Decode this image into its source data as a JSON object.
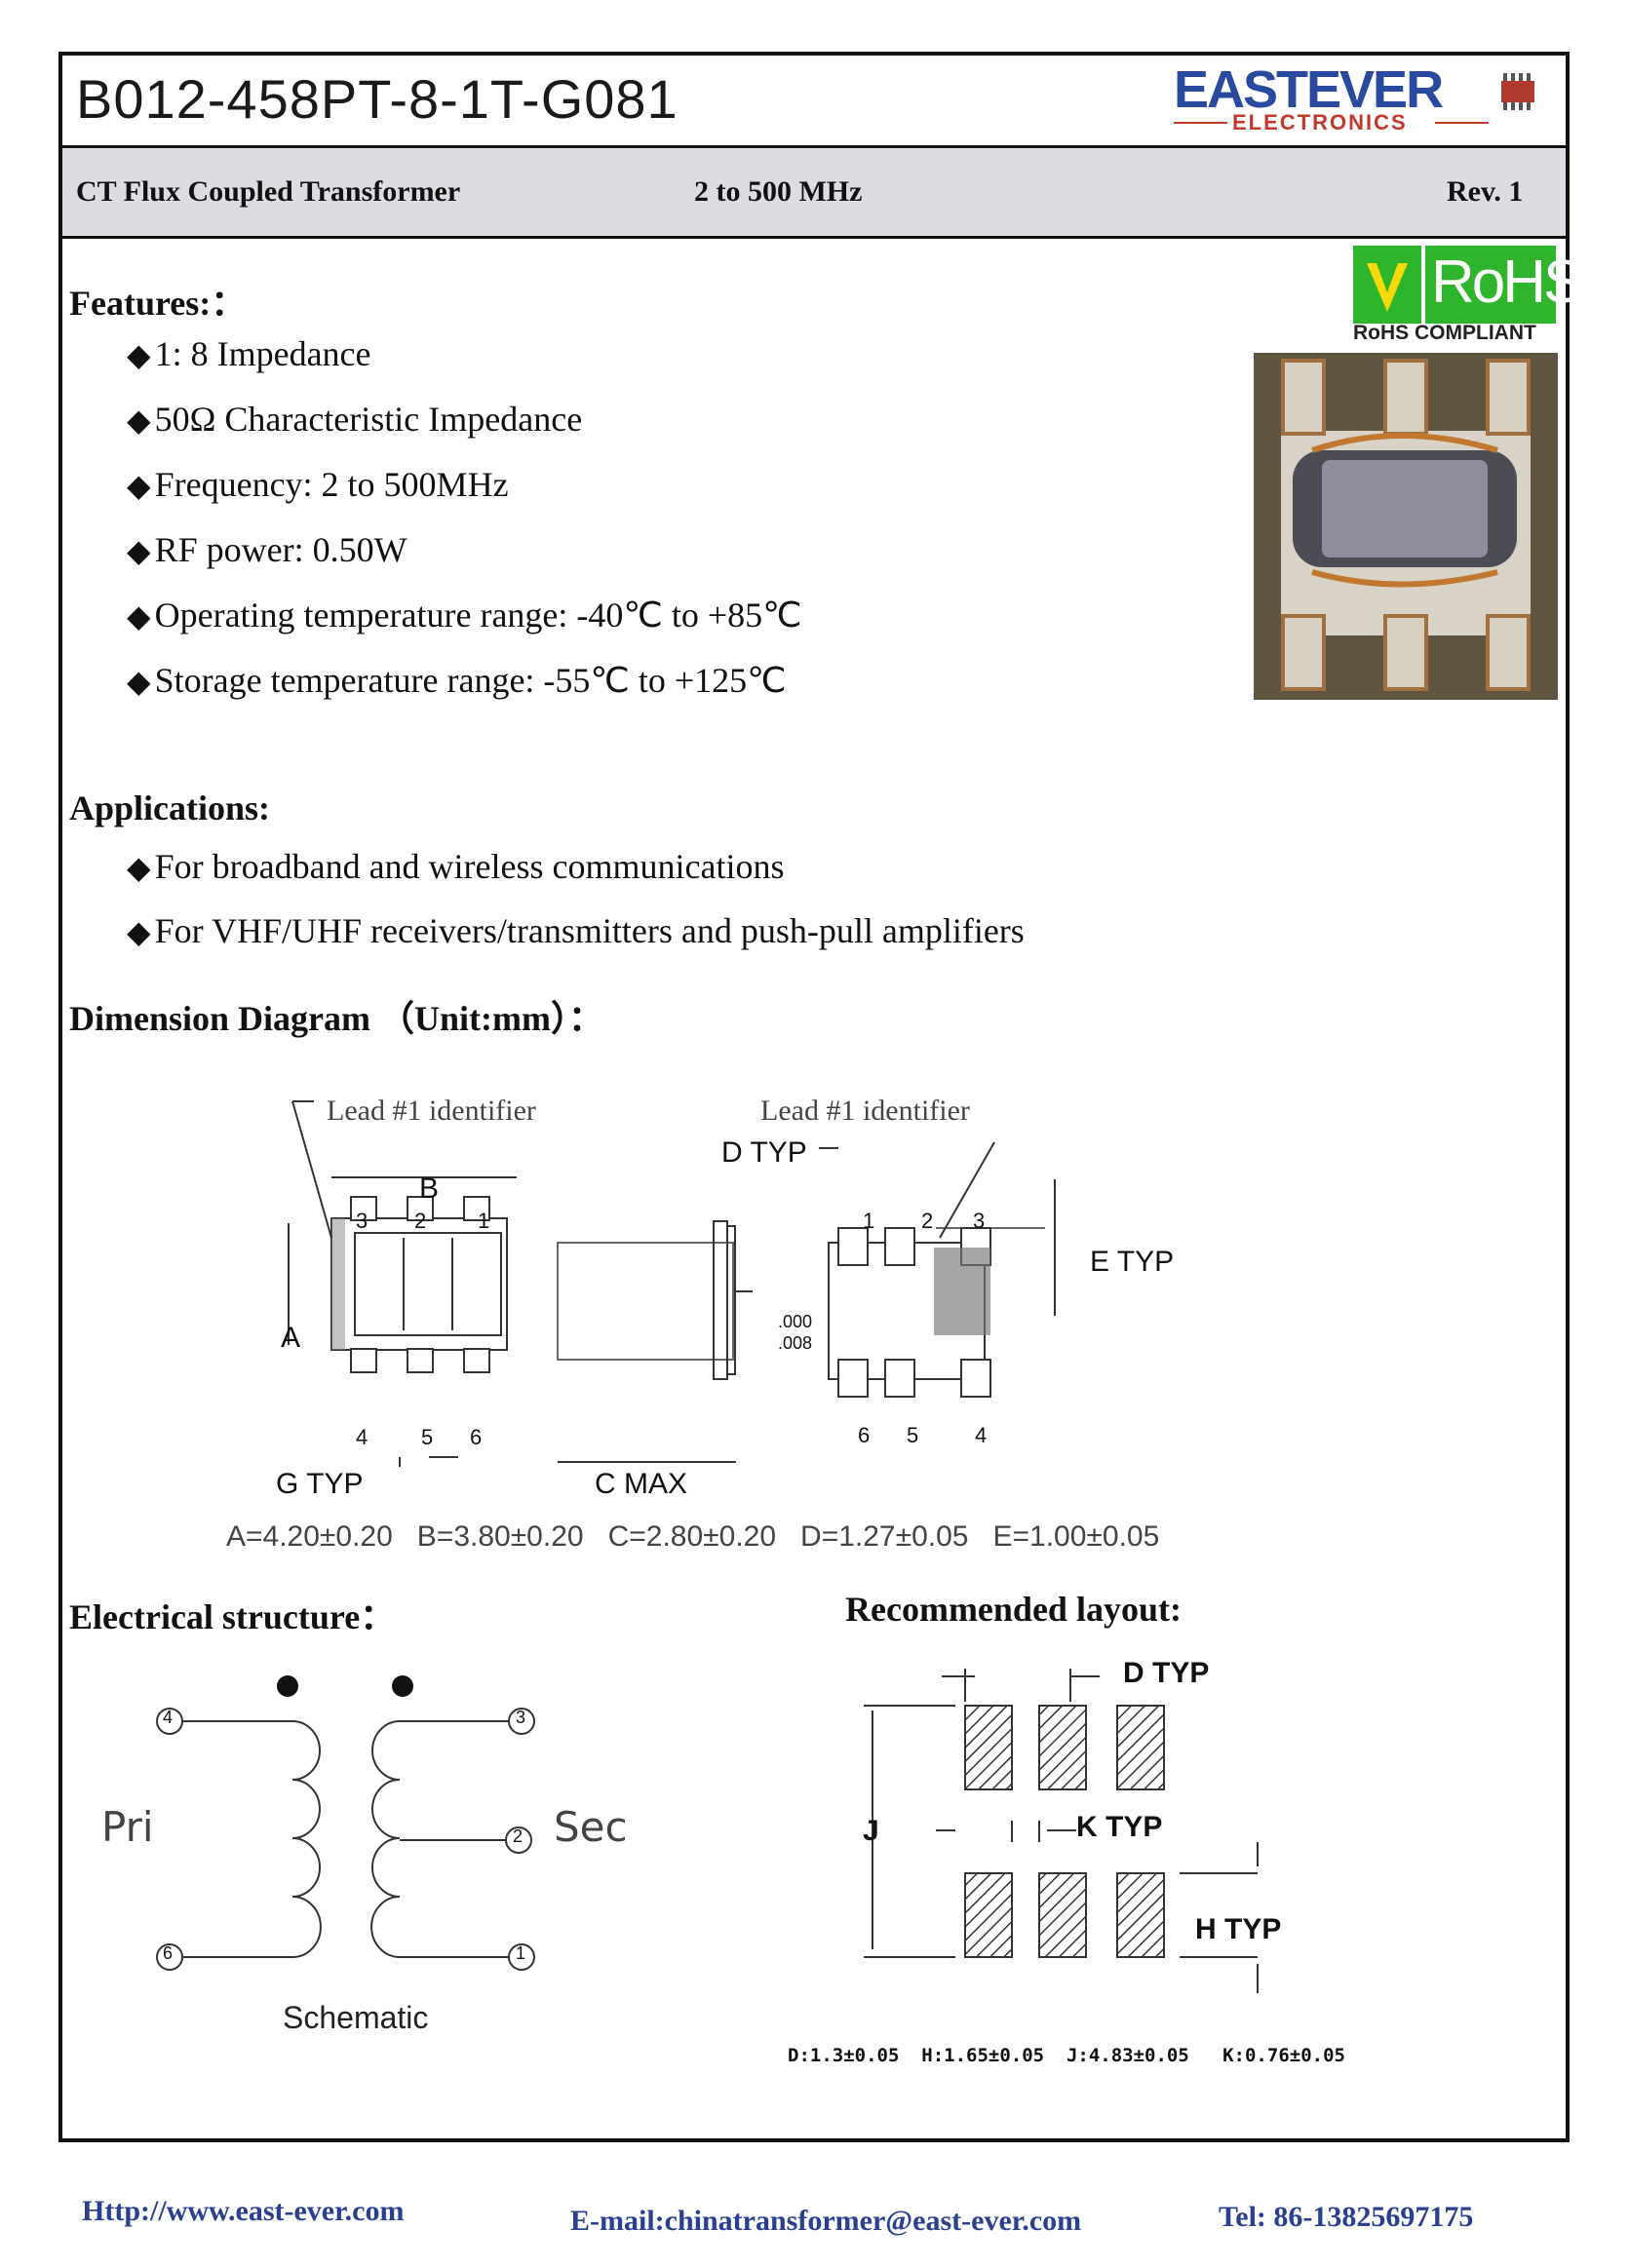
{
  "header": {
    "part_number": "B012-458PT-8-1T-G081",
    "logo_main": "EASTEVER",
    "logo_sub": "ELECTRONICS"
  },
  "subtitle": {
    "product": "CT Flux Coupled Transformer",
    "frequency": "2 to 500 MHz",
    "revision": "Rev. 1"
  },
  "rohs": {
    "label": "RoHS",
    "compliant": "RoHS COMPLIANT"
  },
  "features": {
    "heading": "Features:：",
    "items": [
      "1: 8 Impedance",
      "50Ω Characteristic Impedance",
      "Frequency: 2 to 500MHz",
      "RF power:  0.50W",
      "Operating temperature range:   -40℃ to +85℃",
      "Storage temperature range:  -55℃ to +125℃"
    ]
  },
  "applications": {
    "heading": "Applications:",
    "items": [
      "For broadband and wireless communications",
      "For VHF/UHF receivers/transmitters and push-pull amplifiers"
    ]
  },
  "dimension": {
    "heading": "Dimension Diagram （Unit:mm）：",
    "lead_identifier": "Lead #1 identifier",
    "label_a": "A",
    "label_b": "B",
    "label_g": "G  TYP",
    "label_c": "C  MAX",
    "label_d": "D  TYP",
    "label_e": "E TYP",
    "tolerance_top": ".000",
    "tolerance_bottom": ".008",
    "pins_top_left": [
      "3",
      "2",
      "1"
    ],
    "pins_bottom_left": [
      "4",
      "5",
      "6"
    ],
    "pins_top_right": [
      "1",
      "2",
      "3"
    ],
    "pins_bottom_right": [
      "6",
      "5",
      "4"
    ],
    "values": [
      "A=4.20±0.20",
      "B=3.80±0.20",
      "C=2.80±0.20",
      "D=1.27±0.05",
      "E=1.00±0.05"
    ]
  },
  "electrical": {
    "heading": "Electrical structure：",
    "primary": "Pri",
    "secondary": "Sec",
    "caption": "Schematic",
    "pins": [
      "4",
      "6",
      "3",
      "2",
      "1"
    ]
  },
  "layout": {
    "heading": "Recommended  layout:",
    "label_d": "D  TYP",
    "label_k": "K  TYP",
    "label_h": "H  TYP",
    "label_j": "J",
    "values": "D:1.3±0.05  H:1.65±0.05  J:4.83±0.05   K:0.76±0.05"
  },
  "footer": {
    "website": "Http://www.east-ever.com",
    "email": "E-mail:chinatransformer@east-ever.com",
    "tel": "Tel: 86-13825697175"
  },
  "colors": {
    "brand_blue": "#2a4aa0",
    "brand_red": "#c0392b",
    "rohs_green": "#2fb52c",
    "footer_blue": "#2a3f8f"
  }
}
